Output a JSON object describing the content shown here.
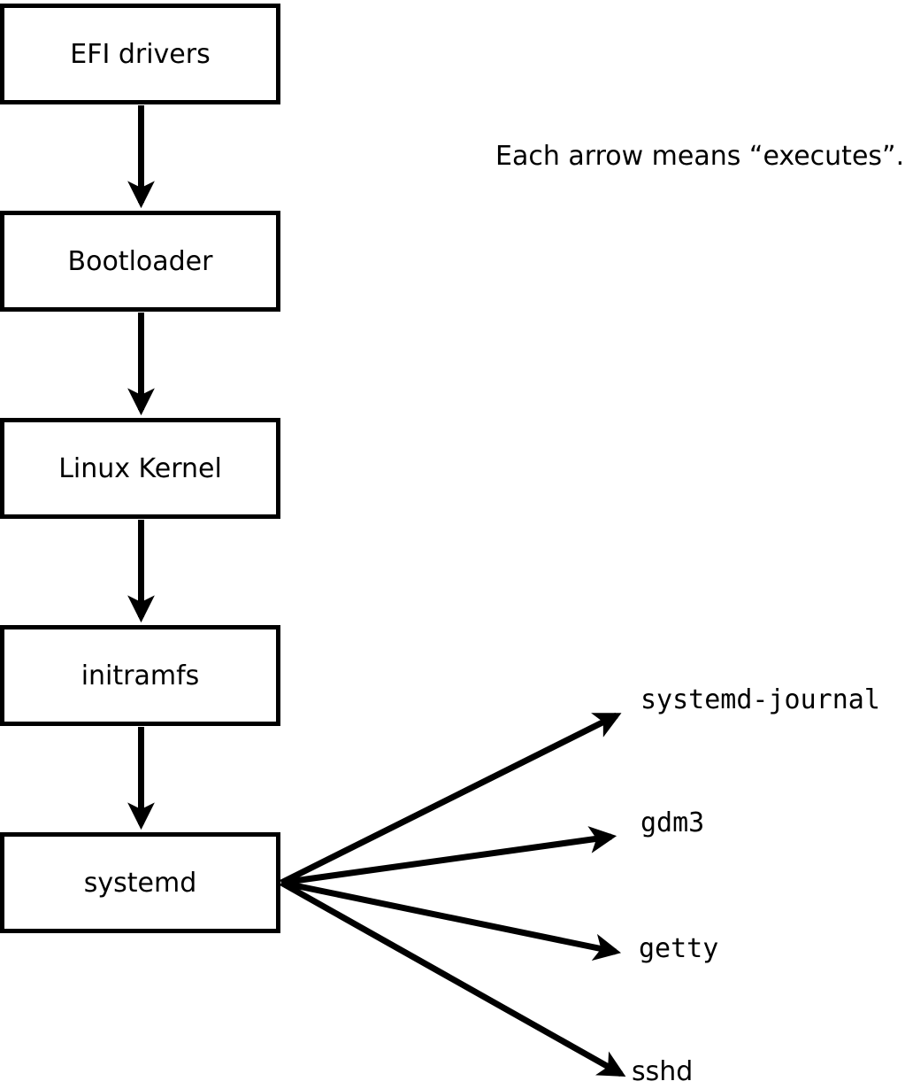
{
  "caption": "Each arrow means “executes”.",
  "chain": [
    {
      "label": "EFI drivers"
    },
    {
      "label": "Bootloader"
    },
    {
      "label": "Linux Kernel"
    },
    {
      "label": "initramfs"
    },
    {
      "label": "systemd"
    }
  ],
  "services": [
    {
      "label": "systemd-journal"
    },
    {
      "label": "gdm3"
    },
    {
      "label": "getty"
    },
    {
      "label": "sshd"
    }
  ],
  "colors": {
    "line": "#000000",
    "background": "#ffffff",
    "box_fill": "#ffffff",
    "text": "#000000"
  }
}
